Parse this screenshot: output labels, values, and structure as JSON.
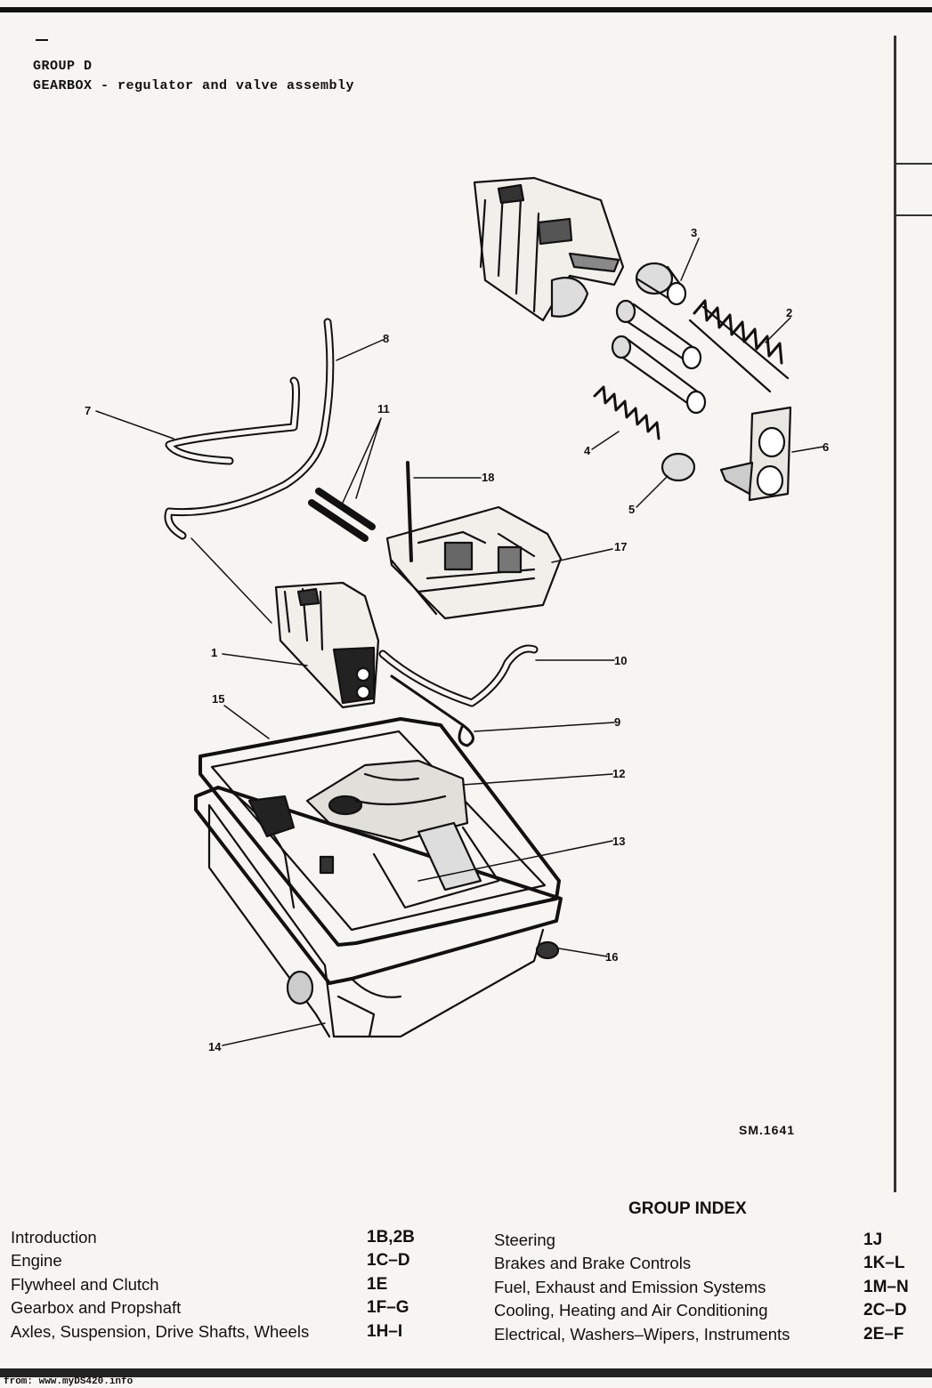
{
  "header": {
    "group": "GROUP D",
    "title": "GEARBOX - regulator and valve assembly"
  },
  "callouts": [
    "1",
    "2",
    "3",
    "4",
    "5",
    "6",
    "7",
    "8",
    "9",
    "10",
    "11",
    "12",
    "13",
    "14",
    "15",
    "16",
    "17",
    "18"
  ],
  "figure_ref": "SM.1641",
  "group_index": {
    "title": "GROUP INDEX",
    "left": [
      {
        "label": "Introduction",
        "code": "1B,2B"
      },
      {
        "label": "Engine",
        "code": "1C–D"
      },
      {
        "label": "Flywheel and Clutch",
        "code": "1E"
      },
      {
        "label": "Gearbox and Propshaft",
        "code": "1F–G"
      },
      {
        "label": "Axles, Suspension, Drive Shafts, Wheels",
        "code": "1H–I"
      }
    ],
    "right": [
      {
        "label": "Steering",
        "code": "1J"
      },
      {
        "label": "Brakes and Brake Controls",
        "code": "1K–L"
      },
      {
        "label": "Fuel, Exhaust and Emission Systems",
        "code": "1M–N"
      },
      {
        "label": "Cooling, Heating and Air Conditioning",
        "code": "2C–D"
      },
      {
        "label": "Electrical, Washers–Wipers, Instruments",
        "code": "2E–F"
      }
    ]
  },
  "footer": "from: www.myDS420.info"
}
